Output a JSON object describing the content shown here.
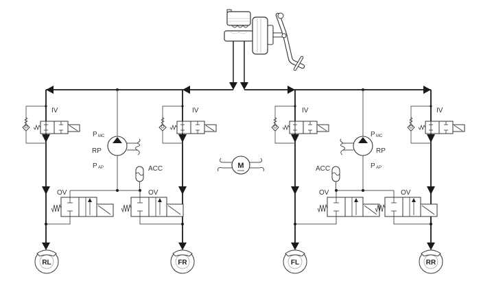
{
  "title": "ABS/ESC hydraulic circuit diagram",
  "colors": {
    "main_line": "#1a1a1a",
    "thin_line": "#555555",
    "background": "#ffffff"
  },
  "components": {
    "master_cylinder": {
      "name": "master-cylinder-with-booster-and-pedal"
    },
    "motor": {
      "label": "M"
    },
    "left_circuit": {
      "pump": {
        "label": "RP",
        "p_mc": "P",
        "p_mc_sub": "MC",
        "p_ap": "P",
        "p_ap_sub": "AP"
      },
      "accumulator": {
        "label": "ACC"
      },
      "inlet_valves": [
        {
          "label": "IV"
        },
        {
          "label": "IV"
        }
      ],
      "outlet_valves": [
        {
          "label": "OV"
        },
        {
          "label": "OV"
        }
      ]
    },
    "right_circuit": {
      "pump": {
        "label": "RP",
        "p_mc": "P",
        "p_mc_sub": "MC",
        "p_ap": "P",
        "p_ap_sub": "AP"
      },
      "accumulator": {
        "label": "ACC"
      },
      "inlet_valves": [
        {
          "label": "IV"
        },
        {
          "label": "IV"
        }
      ],
      "outlet_valves": [
        {
          "label": "OV"
        },
        {
          "label": "OV"
        }
      ]
    }
  },
  "wheels": [
    {
      "label": "RL"
    },
    {
      "label": "FR"
    },
    {
      "label": "FL"
    },
    {
      "label": "RR"
    }
  ]
}
